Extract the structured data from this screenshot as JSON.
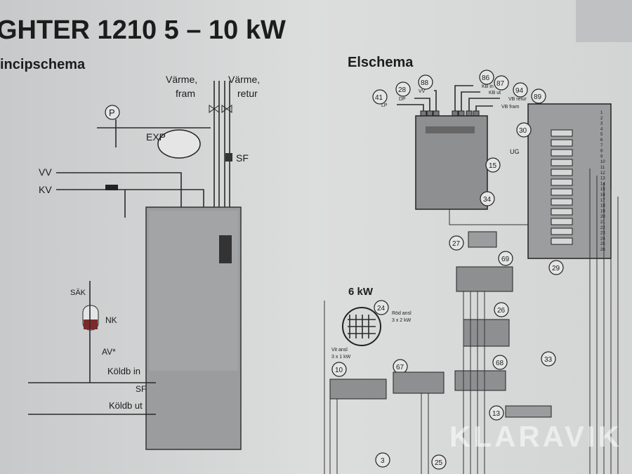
{
  "header": {
    "title": "GHTER 1210 5 – 10 kW",
    "left_section": "incipschema",
    "right_section": "Elschema"
  },
  "principle": {
    "varme_fram": [
      "Värme,",
      "fram"
    ],
    "varme_retur": [
      "Värme,",
      "retur"
    ],
    "p": "P",
    "exp": "EXP",
    "sf_top": "SF",
    "vv": "VV",
    "kv": "KV",
    "sak": "SÄK",
    "nk": "NK",
    "av": "AV*",
    "koldb_in": "Köldb in",
    "sf_bottom": "SF",
    "koldb_ut": "Köldb ut"
  },
  "elschema": {
    "sensors": [
      {
        "num": "41",
        "label": "LP"
      },
      {
        "num": "28",
        "label": "DP"
      },
      {
        "num": "88",
        "label": "VV"
      },
      {
        "num": "86",
        "label": "KB in"
      },
      {
        "num": "87",
        "label": "KB ut"
      },
      {
        "num": "94",
        "label": "VB retur"
      },
      {
        "num": "89",
        "label": "VB fram"
      }
    ],
    "n30": "30",
    "ug": "UG",
    "n15": "15",
    "n34": "34",
    "n27": "27",
    "n69": "69",
    "n26": "26",
    "n29": "29",
    "heater_title": "6 kW",
    "n24": "24",
    "rod": [
      "Röd ansl",
      "3 x 2 kW"
    ],
    "vit": [
      "Vit ansl",
      "3 x 1 kW"
    ],
    "n10": "10",
    "n67": "67",
    "n68": "68",
    "n33": "33",
    "n13": "13",
    "n3": "3",
    "n25": "25",
    "terminals": [
      "1",
      "2",
      "3",
      "4",
      "5",
      "6",
      "7",
      "8",
      "9",
      "10",
      "11",
      "12",
      "13",
      "14",
      "15",
      "16",
      "17",
      "18",
      "19",
      "20",
      "21",
      "22",
      "23",
      "24",
      "25",
      "26"
    ]
  },
  "watermark": "KLARAVIK"
}
